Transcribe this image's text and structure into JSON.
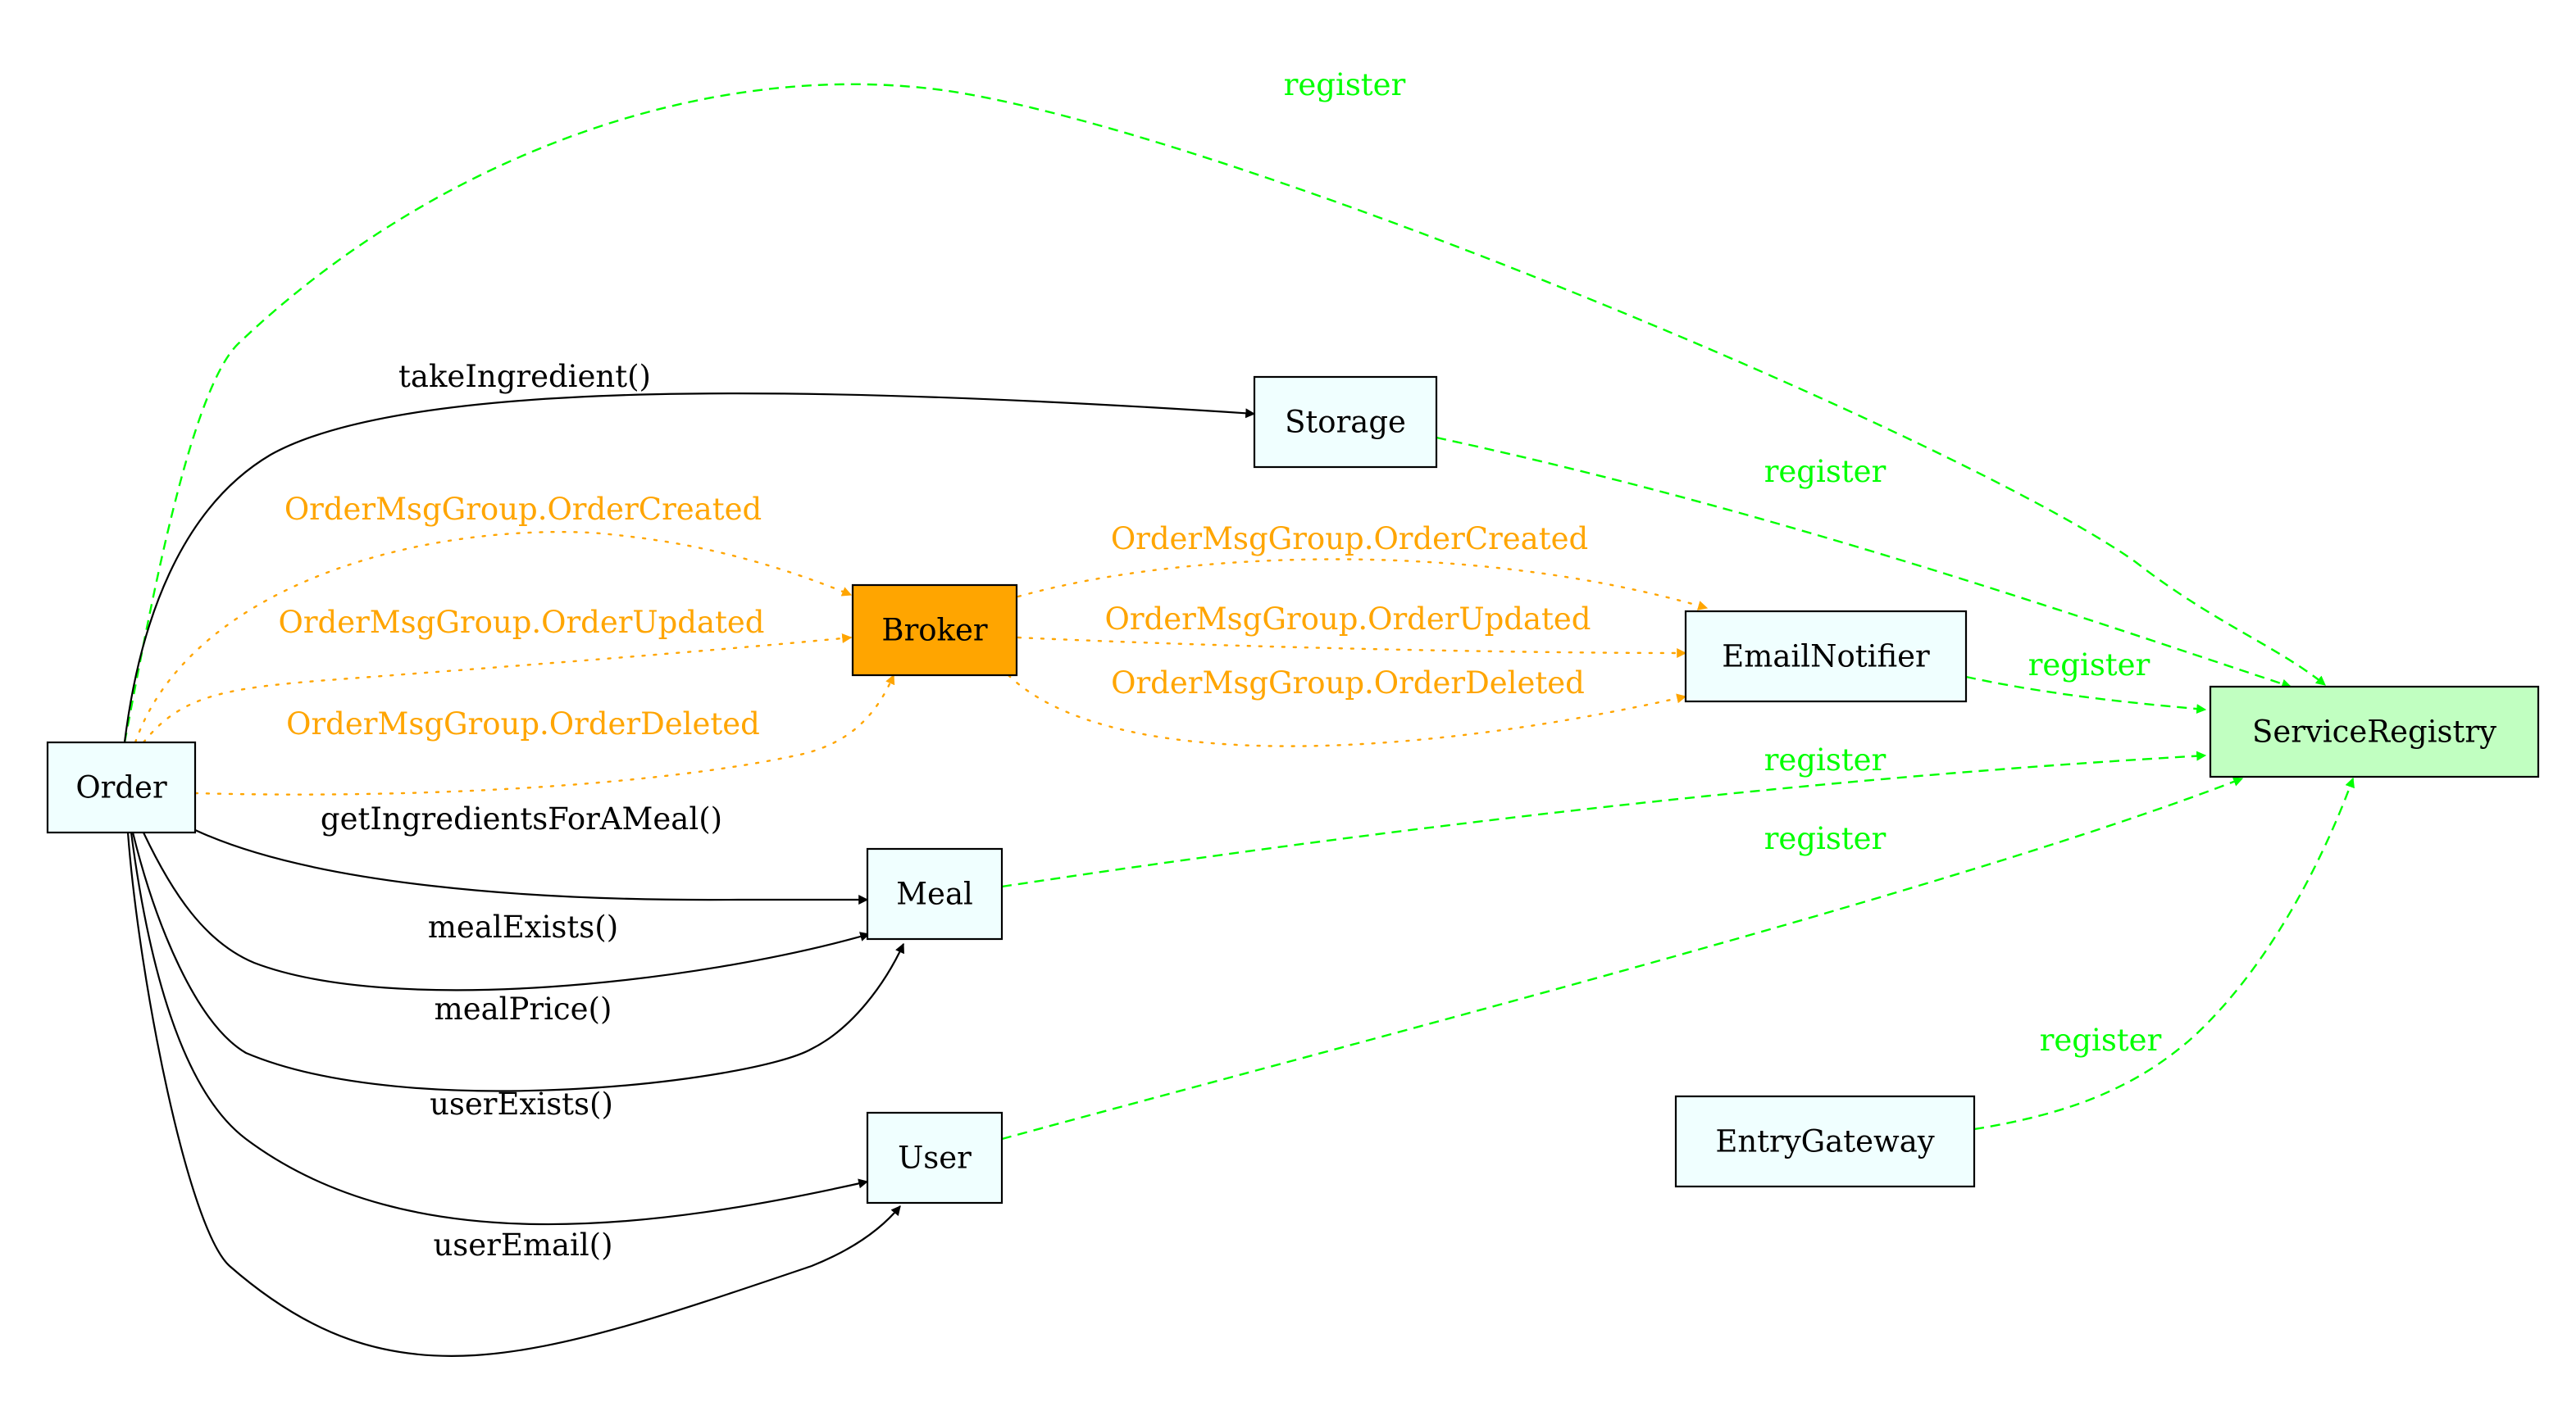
{
  "colors": {
    "node_fill": "#f0ffff",
    "broker_fill": "#ffa500",
    "registry_fill": "#c1ffc1",
    "call_edge": "#000000",
    "message_edge": "#ffa500",
    "register_edge": "#00ff00"
  },
  "nodes": {
    "order": "Order",
    "storage": "Storage",
    "broker": "Broker",
    "email_notifier": "EmailNotifier",
    "service_registry": "ServiceRegistry",
    "meal": "Meal",
    "user": "User",
    "entry_gateway": "EntryGateway"
  },
  "edges": {
    "order_storage": "takeIngredient()",
    "order_broker_created": "OrderMsgGroup.OrderCreated",
    "order_broker_updated": "OrderMsgGroup.OrderUpdated",
    "order_broker_deleted": "OrderMsgGroup.OrderDeleted",
    "broker_email_created": "OrderMsgGroup.OrderCreated",
    "broker_email_updated": "OrderMsgGroup.OrderUpdated",
    "broker_email_deleted": "OrderMsgGroup.OrderDeleted",
    "order_meal_ingredients": "getIngredientsForAMeal()",
    "order_meal_exists": "mealExists()",
    "order_meal_price": "mealPrice()",
    "order_user_exists": "userExists()",
    "order_user_email": "userEmail()",
    "order_registry": "register",
    "storage_registry": "register",
    "email_registry": "register",
    "meal_registry": "register",
    "user_registry": "register",
    "gateway_registry": "register"
  }
}
